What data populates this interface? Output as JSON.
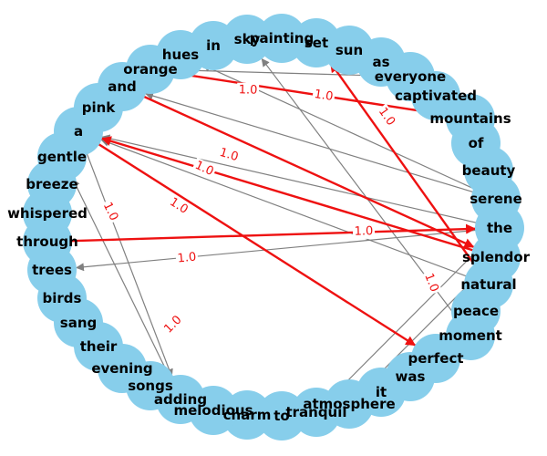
{
  "colors": {
    "node": "#87ceeb",
    "label": "#000000",
    "edge_default": "#808080",
    "edge_highlight": "#ee1111",
    "edge_label": "#ee1111"
  },
  "nodes": [
    "the",
    "splendor",
    "natural",
    "peace",
    "moment",
    "perfect",
    "was",
    "it",
    "atmosphere",
    "tranquil",
    "to",
    "charm",
    "melodious",
    "adding",
    "songs",
    "evening",
    "their",
    "sang",
    "birds",
    "trees",
    "through",
    "whispered",
    "breeze",
    "gentle",
    "a",
    "pink",
    "and",
    "orange",
    "hues",
    "in",
    "sky",
    "painting",
    "set",
    "sun",
    "as",
    "everyone",
    "captivated",
    "mountains",
    "of",
    "beauty",
    "serene"
  ],
  "edges": [
    {
      "source": "sky",
      "target": "painting",
      "highlight": false
    },
    {
      "source": "in",
      "target": "sky",
      "highlight": false
    },
    {
      "source": "serene",
      "target": "hues",
      "highlight": false
    },
    {
      "source": "everyone",
      "target": "orange",
      "highlight": false,
      "label": "1.0"
    },
    {
      "source": "serene",
      "target": "and",
      "highlight": false
    },
    {
      "source": "the",
      "target": "a",
      "highlight": false
    },
    {
      "source": "natural",
      "target": "a",
      "highlight": false
    },
    {
      "source": "the",
      "target": "trees",
      "highlight": false,
      "label": "1.0"
    },
    {
      "source": "adding",
      "target": "gentle",
      "highlight": false,
      "label": "1.0"
    },
    {
      "source": "moment",
      "target": "sky",
      "highlight": false
    },
    {
      "source": "tranquil",
      "target": "the",
      "highlight": false,
      "label": "1.0"
    },
    {
      "source": "atmosphere",
      "target": "splendor",
      "highlight": false
    },
    {
      "source": "a",
      "target": "adding",
      "highlight": false,
      "label": "1.0"
    },
    {
      "source": "orange",
      "target": "mountains",
      "highlight": true,
      "label": "1.0"
    },
    {
      "source": "splendor",
      "target": "a",
      "highlight": true,
      "label": "1.0"
    },
    {
      "source": "and",
      "target": "splendor",
      "highlight": true,
      "label": "1.0"
    },
    {
      "source": "through",
      "target": "the",
      "highlight": true,
      "label": "1.0"
    },
    {
      "source": "a",
      "target": "perfect",
      "highlight": true,
      "label": "1.0"
    },
    {
      "source": "natural",
      "target": "set",
      "highlight": true,
      "label": "1.0"
    }
  ]
}
